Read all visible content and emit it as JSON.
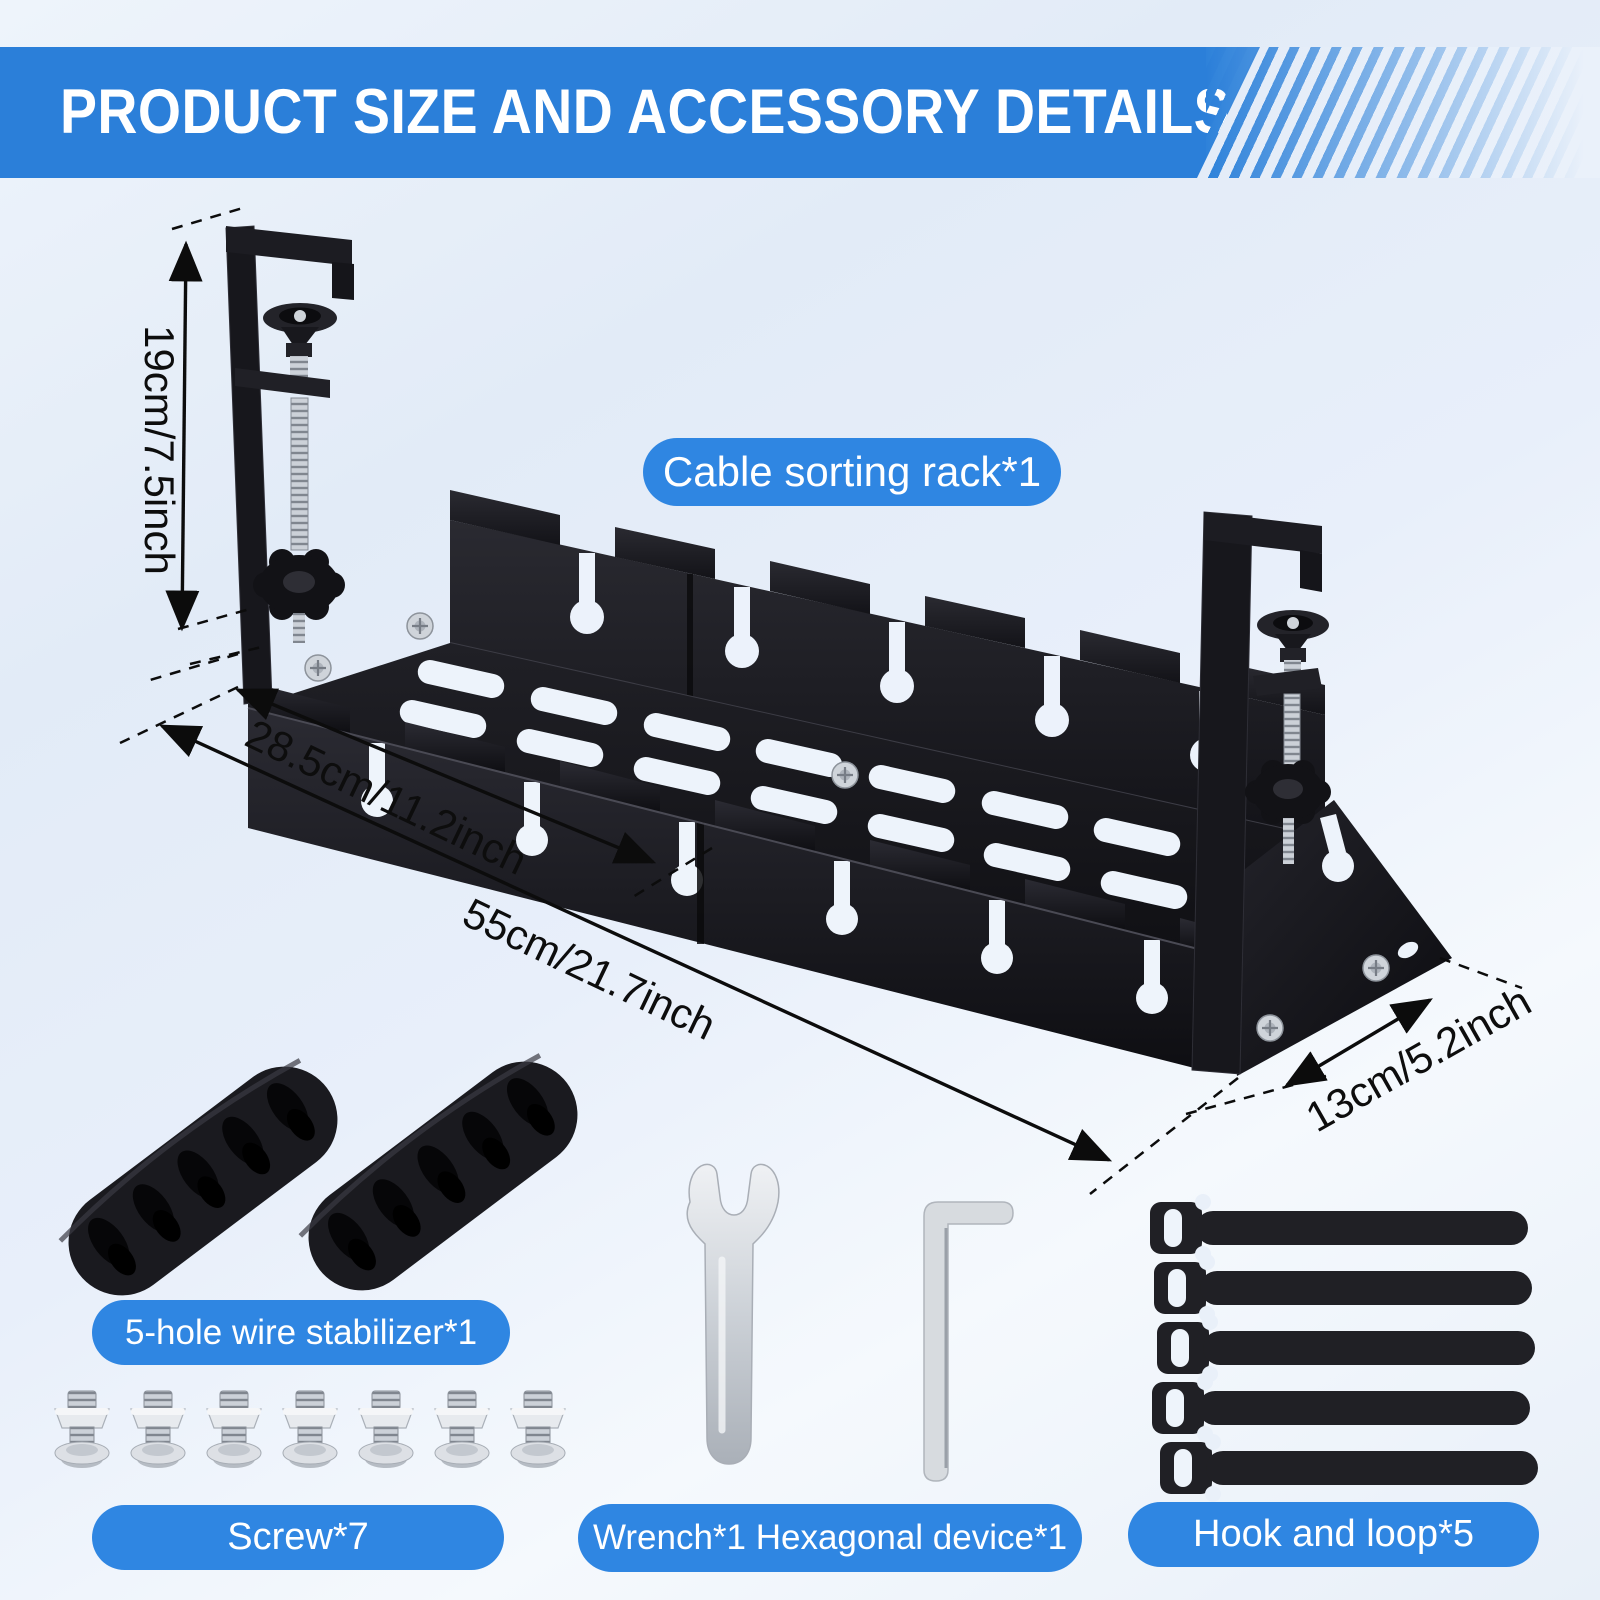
{
  "header": {
    "title": "PRODUCT SIZE AND ACCESSORY DETAILS",
    "banner_color": "#2b7fd9"
  },
  "product": {
    "label": "Cable sorting rack*1",
    "dimensions": {
      "height": "19cm/7.5inch",
      "extended_section": "28.5cm/11.2inch",
      "length": "55cm/21.7inch",
      "depth": "13cm/5.2inch"
    }
  },
  "accessories": {
    "stabilizer": {
      "label": "5-hole wire stabilizer*1"
    },
    "screws": {
      "label": "Screw*7"
    },
    "tools": {
      "label": "Wrench*1 Hexagonal device*1"
    },
    "straps": {
      "label": "Hook and loop*5"
    }
  },
  "colors": {
    "pill_blue": "#2f86e2",
    "metal_black": "#1b1b1f",
    "dimension_text": "#0d0d0d"
  }
}
